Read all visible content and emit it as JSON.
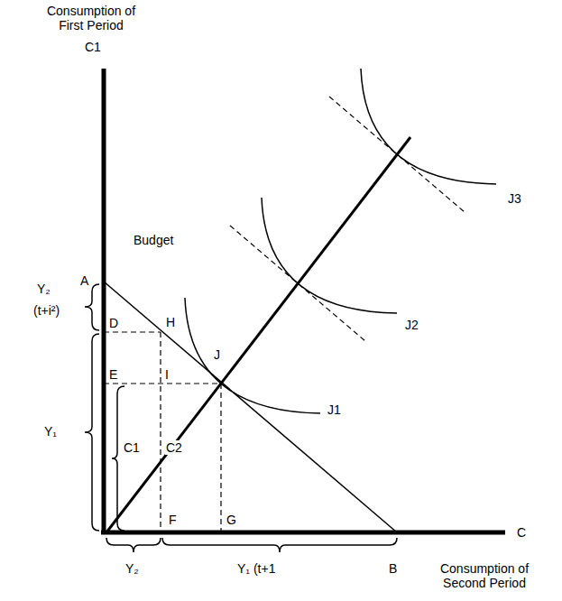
{
  "diagram": {
    "labels": [
      "Consumption of First Period",
      "C1",
      "Budget",
      "A",
      "Y₂",
      "(t+i²)",
      "D",
      "H",
      "J",
      "E",
      "I",
      "Y₁",
      "C1",
      "C2",
      "J3",
      "J2",
      "J1",
      "F",
      "G",
      "C",
      "Y₂",
      "Y₁ (t+1",
      "B",
      "Consumption of Second Period"
    ]
  }
}
